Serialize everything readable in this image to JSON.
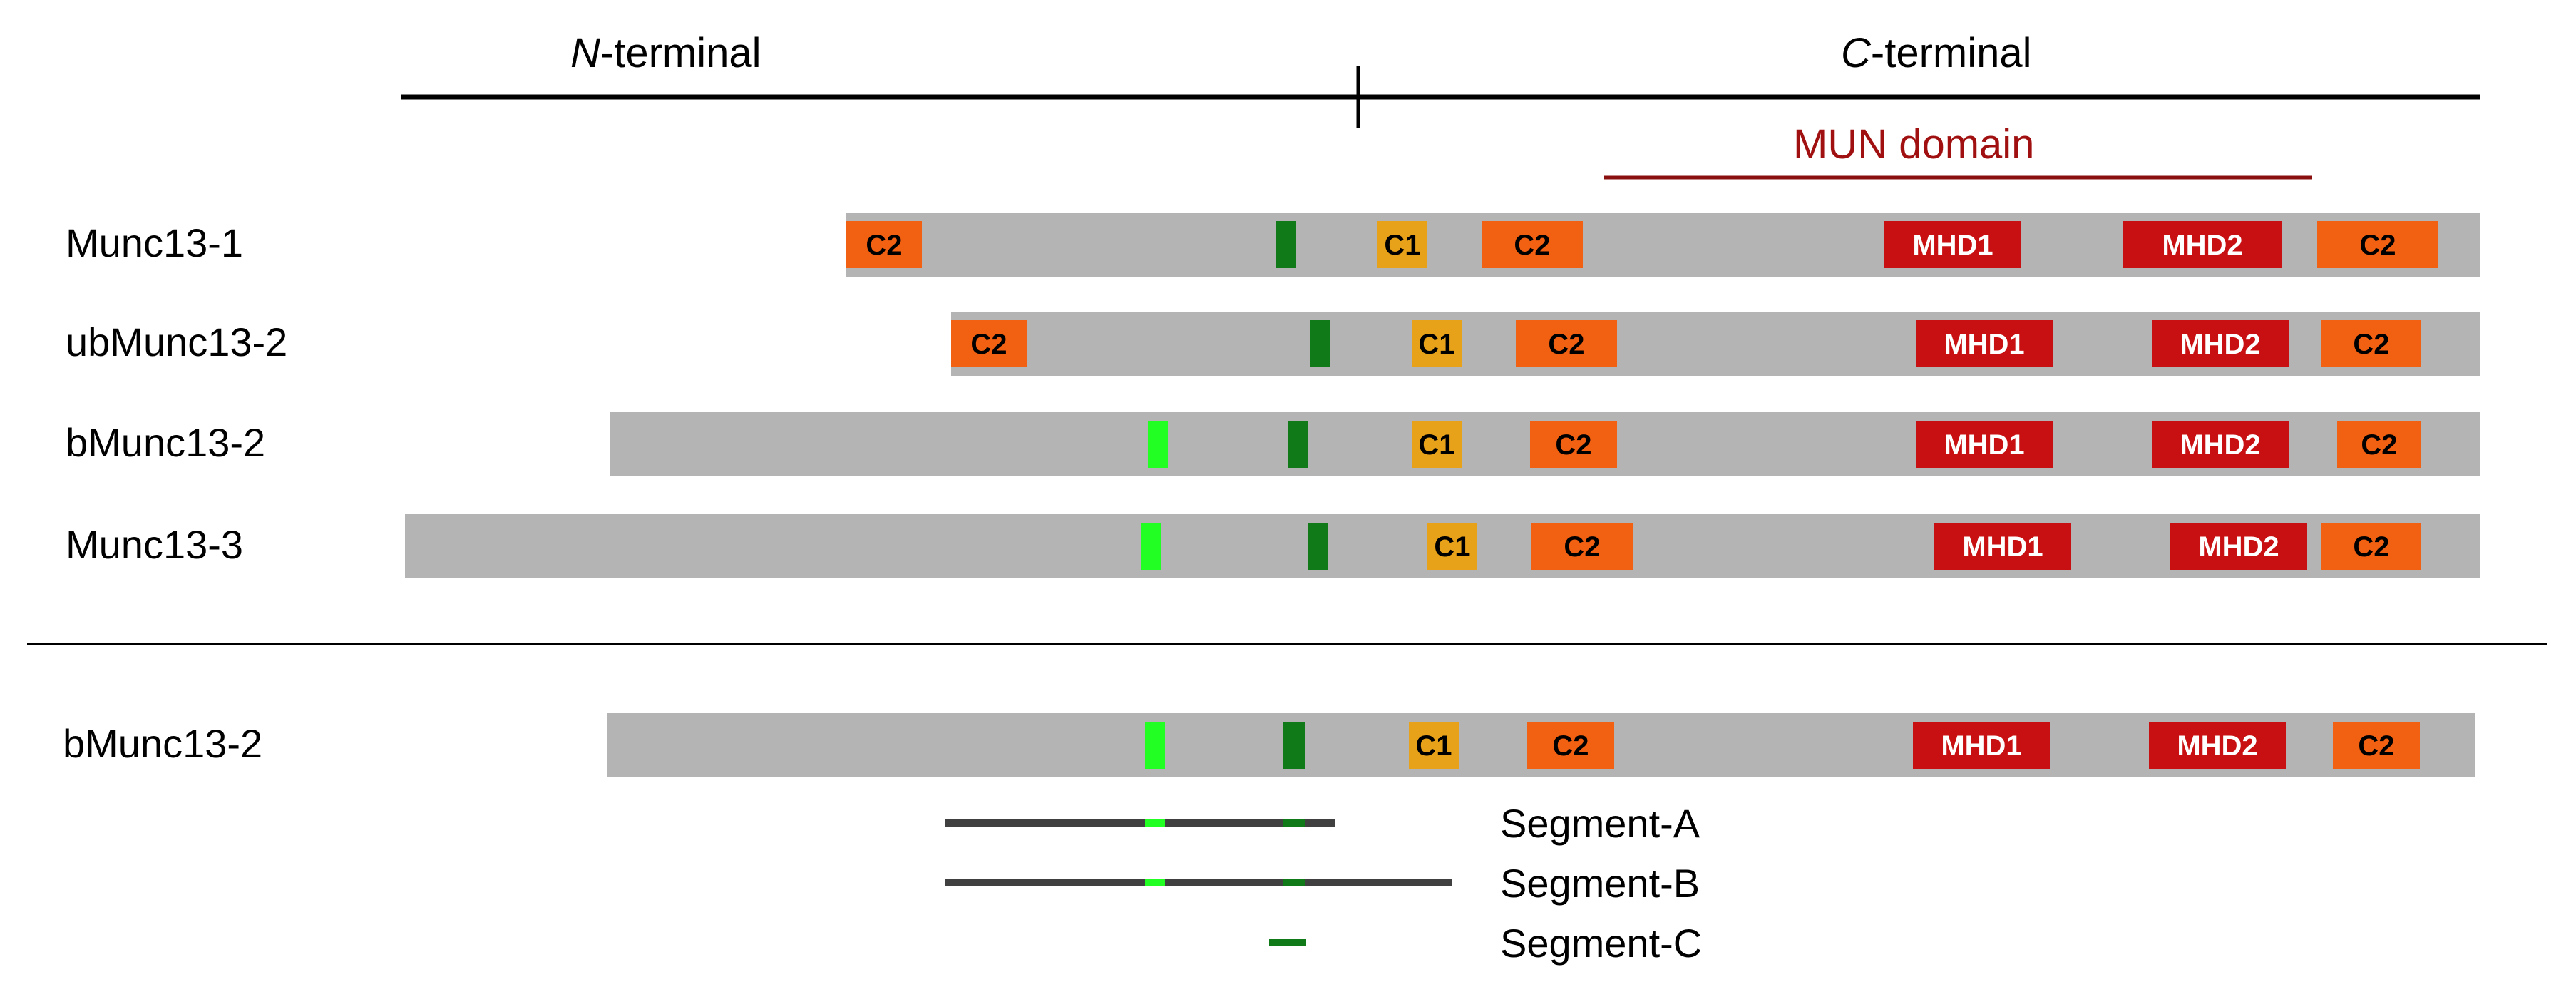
{
  "header": {
    "n_terminal": {
      "prefix": "N",
      "suffix": "-terminal"
    },
    "c_terminal": {
      "prefix": "C",
      "suffix": "-terminal"
    },
    "mun_domain": "MUN domain"
  },
  "colors": {
    "bar": "#b4b4b4",
    "c2": "#f26012",
    "c1": "#e8a21a",
    "mhd": "#c81012",
    "bright_green": "#22ff22",
    "dark_green": "#107a18",
    "segment": "#404040",
    "mun_line": "#8a1010",
    "axis": "#000000",
    "label_dark": "#000000",
    "label_light": "#ffffff"
  },
  "proteins": [
    {
      "name": "Munc13-1",
      "domains": [
        "C2",
        "",
        "C1",
        "C2",
        "MHD1",
        "MHD2",
        "C2"
      ]
    },
    {
      "name": "ubMunc13-2",
      "domains": [
        "C2",
        "",
        "C1",
        "C2",
        "MHD1",
        "MHD2",
        "C2"
      ]
    },
    {
      "name": "bMunc13-2",
      "domains": [
        "",
        "",
        "C1",
        "C2",
        "MHD1",
        "MHD2",
        "C2"
      ]
    },
    {
      "name": "Munc13-3",
      "domains": [
        "",
        "",
        "C1",
        "C2",
        "MHD1",
        "MHD2",
        "C2"
      ]
    }
  ],
  "bottom_protein": {
    "name": "bMunc13-2",
    "domains": [
      "",
      "",
      "C1",
      "C2",
      "MHD1",
      "MHD2",
      "C2"
    ]
  },
  "segments": [
    {
      "name": "Segment-A"
    },
    {
      "name": "Segment-B"
    },
    {
      "name": "Segment-C"
    }
  ]
}
